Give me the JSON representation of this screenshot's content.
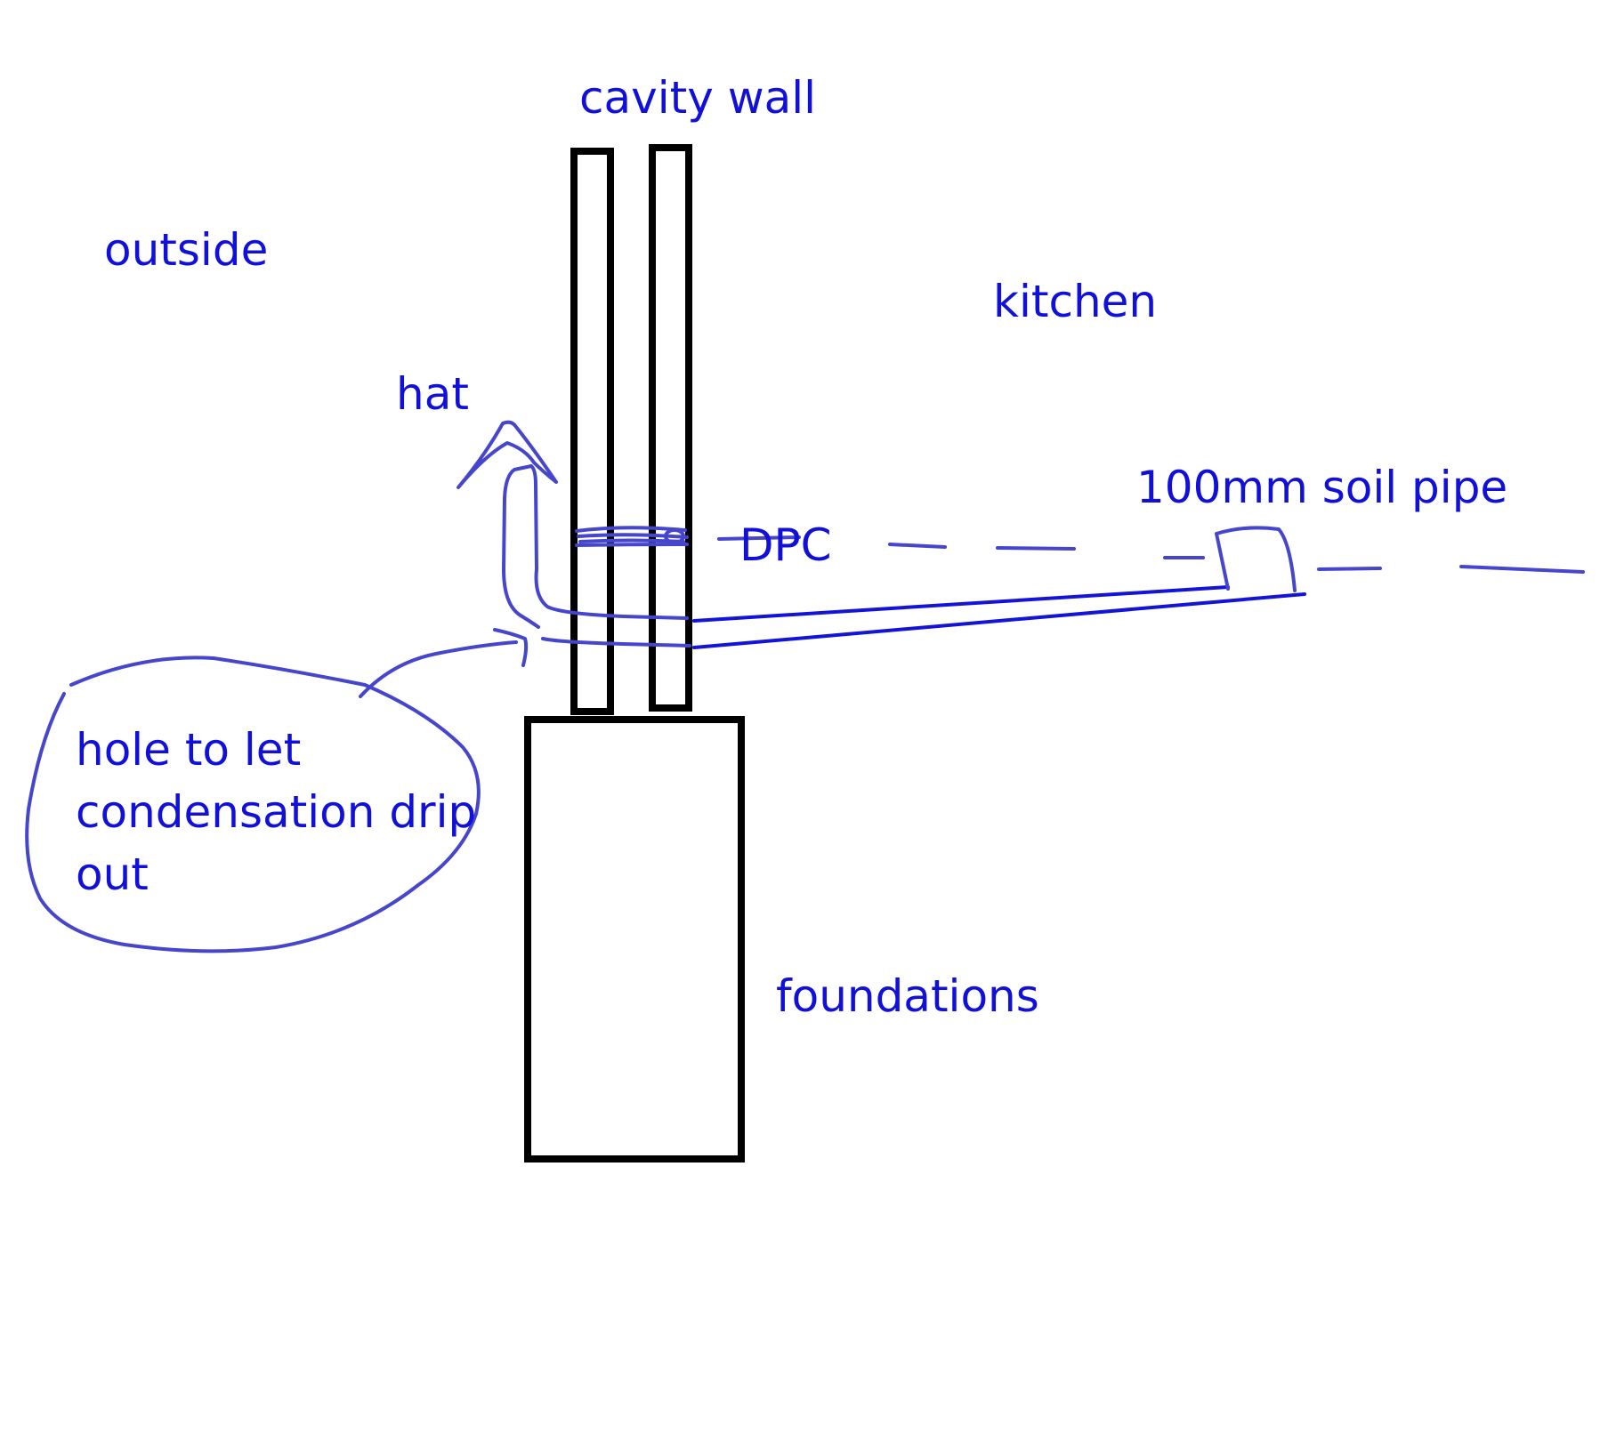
{
  "diagram": {
    "labels": {
      "cavity_wall": "cavity wall",
      "outside": "outside",
      "kitchen": "kitchen",
      "hat": "hat",
      "dpc": "DPC",
      "soil_pipe": "100mm soil pipe",
      "hole_line1": "hole to let",
      "hole_line2": "condensation drip",
      "hole_line3": "out",
      "foundations": "foundations"
    },
    "colors": {
      "text": "#1010d8",
      "sketch": "#4646cc",
      "pipe": "#1414d6",
      "structure": "#000000",
      "background": "#ffffff"
    }
  }
}
